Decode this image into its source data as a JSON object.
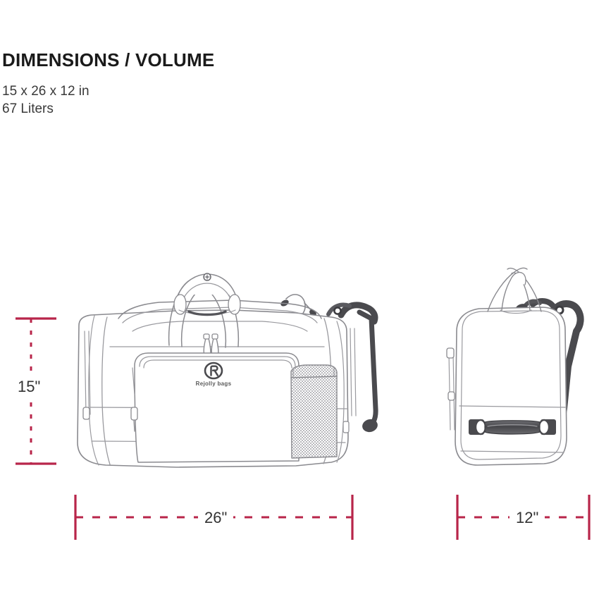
{
  "header": {
    "title": "DIMENSIONS / VOLUME",
    "spec_dimensions": "15 x 26 x 12 in",
    "spec_volume": "67 Liters"
  },
  "dimensions": {
    "height_label": "15\"",
    "width_label": "26\"",
    "depth_label": "12\""
  },
  "product": {
    "brand_text": "Rejolly bags",
    "brand_mark": "circle-r-monogram",
    "front_view_name": "duffel-bag-front-view",
    "side_view_name": "duffel-bag-side-view"
  },
  "colors": {
    "dimension_line": "#B8254A",
    "outline": "#8a8a8f",
    "hardware": "#4a4a4e",
    "title_text": "#1a1a1a",
    "spec_text": "#3a3a3a",
    "label_text": "#333333",
    "background": "#ffffff"
  }
}
